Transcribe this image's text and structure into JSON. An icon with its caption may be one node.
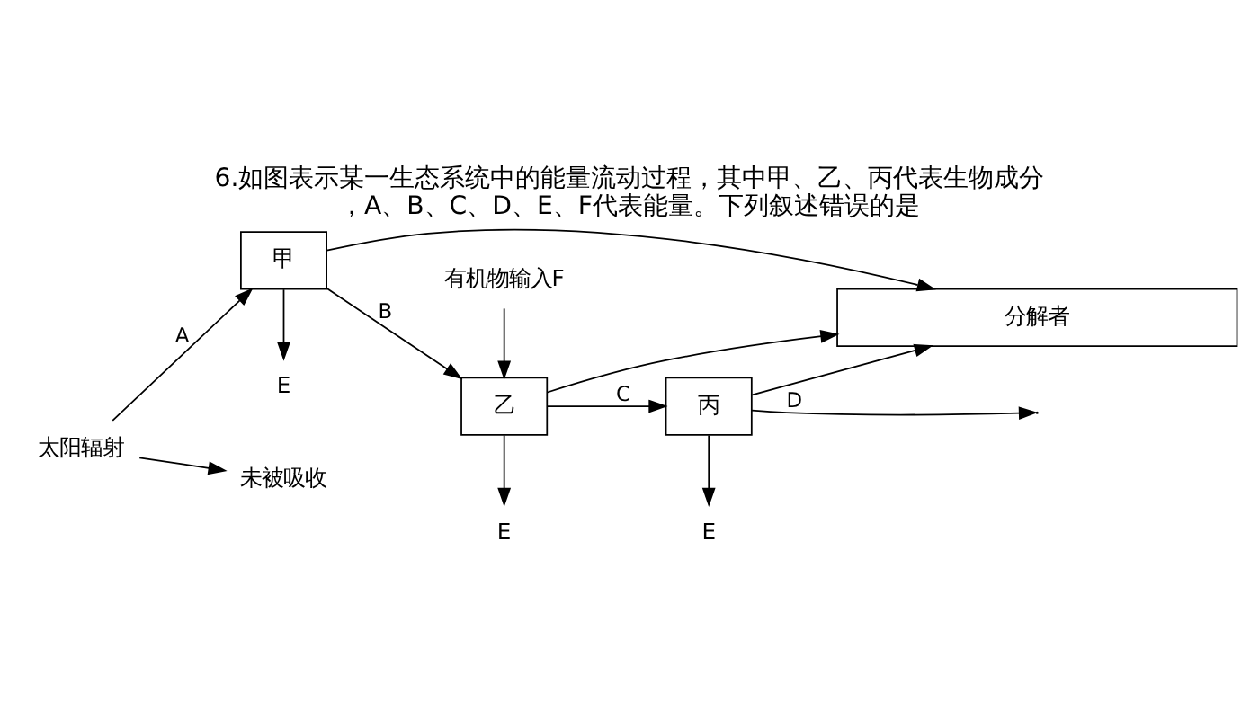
{
  "diagram": {
    "title": "6.如图表示某一生态系统中的能量流动过程，其中甲、乙、丙代表生物成分，A、B、C、D、E、F代表能量。下列叙述错误的是",
    "nodes": [
      {
        "text": [
          "太阳辐射"
        ]
      },
      {
        "text": [
          "甲"
        ]
      },
      {
        "text": [
          "乙"
        ]
      },
      {
        "text": [
          "丙"
        ]
      },
      {
        "text": [
          "分解者"
        ]
      },
      {
        "text": [
          "未被吸收"
        ]
      },
      {
        "text": [
          "E"
        ]
      },
      {
        "text": [
          "E"
        ]
      },
      {
        "text": [
          "E"
        ]
      },
      {
        "text": [
          "有机物输入F"
        ]
      }
    ],
    "edges": [
      {
        "from": 0,
        "to": 1,
        "arrow": "to",
        "label": "A"
      },
      {
        "from": 0,
        "to": 5,
        "arrow": "to"
      },
      {
        "from": 1,
        "to": 2,
        "arrow": "to",
        "label": "B"
      },
      {
        "from": 2,
        "to": 3,
        "arrow": "to",
        "label": "C"
      },
      {
        "from": 3,
        "to": null,
        "arrow": "to",
        "label": "D"
      },
      {
        "from": 1,
        "to": 6,
        "arrow": "to"
      },
      {
        "from": 2,
        "to": 7,
        "arrow": "to"
      },
      {
        "from": 3,
        "to": 8,
        "arrow": "to"
      },
      {
        "from": 9,
        "to": 2,
        "arrow": "to"
      },
      {
        "from": 1,
        "to": 4,
        "arrow": "to"
      },
      {
        "from": 2,
        "to": 4,
        "arrow": "to"
      },
      {
        "from": 3,
        "to": 4,
        "arrow": "to"
      }
    ]
  }
}
